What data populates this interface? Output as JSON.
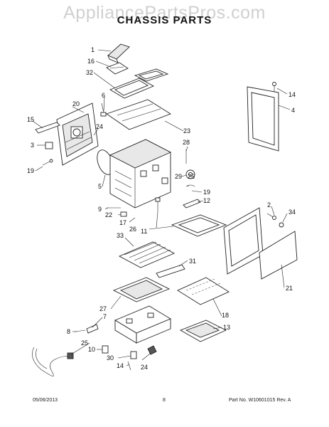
{
  "watermark": "AppliancePartsPros.com",
  "title": "CHASSIS PARTS",
  "footer": {
    "date": "05/06/2013",
    "page": "8",
    "part_number": "Part No. W10601015  Rev. A"
  },
  "callouts": {
    "c1": "1",
    "c16": "16",
    "c32": "32",
    "c6": "6",
    "c20": "20",
    "c15": "15",
    "c24a": "24",
    "c3": "3",
    "c19a": "19",
    "c5": "5",
    "c23": "23",
    "c14": "14",
    "c4": "4",
    "c28": "28",
    "c29": "29",
    "c25a": "25",
    "c19b": "19",
    "c12": "12",
    "c9": "9",
    "c22": "22",
    "c17": "17",
    "c26": "26",
    "c11": "11",
    "c2": "2",
    "c34": "34",
    "c33": "33",
    "c31": "31",
    "c21": "21",
    "c27": "27",
    "c18": "18",
    "c7": "7",
    "c8": "8",
    "c25b": "25",
    "c13": "13",
    "c10": "10",
    "c30": "30",
    "c14b": "14",
    "c24b": "24"
  }
}
